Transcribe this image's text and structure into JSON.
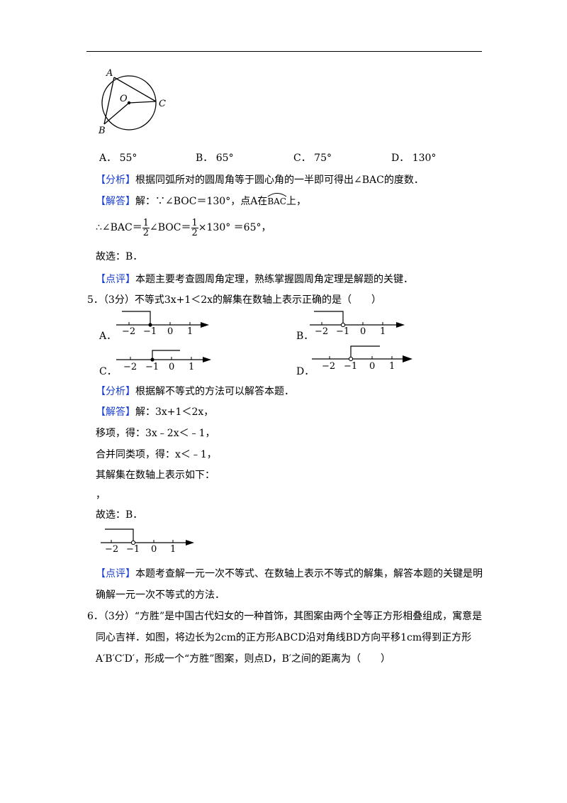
{
  "q4": {
    "figure": {
      "A": "A",
      "O": "O",
      "C": "C",
      "B": "B"
    },
    "options": [
      {
        "letter": "A．",
        "value": "55°"
      },
      {
        "letter": "B．",
        "value": "65°"
      },
      {
        "letter": "C．",
        "value": "75°"
      },
      {
        "letter": "D．",
        "value": "130°"
      }
    ],
    "analysis_tag": "【分析】",
    "analysis": "根据同弧所对的圆周角等于圆心角的一半即可得出∠BAC的度数．",
    "answer_tag": "【解答】",
    "answer_line1": "解：∵∠BOC＝130°，点A在",
    "arc_label": "BAC",
    "answer_line1_end": "上，",
    "answer_line2_a": "∴∠BAC＝",
    "answer_line2_b": "∠BOC＝",
    "answer_line2_c": "×130° ＝65°，",
    "frac_num": "1",
    "frac_den": "2",
    "choose": "故选：B．",
    "comment_tag": "【点评】",
    "comment": "本题主要考查圆周角定理，熟练掌握圆周角定理是解题的关键．"
  },
  "q5": {
    "stem": "5．（3分）不等式3x+1＜2x的解集在数轴上表示正确的是（　　）",
    "option_letters": [
      "A．",
      "B．",
      "C．",
      "D．"
    ],
    "ticks": [
      "−2",
      "−1",
      "0",
      "1"
    ],
    "analysis_tag": "【分析】",
    "analysis": "根据解不等式的方法可以解答本题．",
    "answer_tag": "【解答】",
    "step1": "解：3x+1＜2x，",
    "step2": "移项，得：3x﹣2x＜﹣1，",
    "step3": "合并同类项，得：x＜﹣1，",
    "step4": "其解集在数轴上表示如下：",
    "comma": "，",
    "choose": "故选：B．",
    "comment_tag": "【点评】",
    "comment_line1": "本题考查解一元一次不等式、在数轴上表示不等式的解集，解答本题的关键是明",
    "comment_line2": "确解一元一次不等式的方法．"
  },
  "q6": {
    "line1": "6．（3分）“方胜”是中国古代妇女的一种首饰，其图案由两个全等正方形相叠组成，寓意是",
    "line2": "同心吉祥．如图，将边长为2cm的正方形ABCD沿对角线BD方向平移1cm得到正方形",
    "line3": "A′B′C′D′，形成一个“方胜”图案，则点D，B′之间的距离为（　　）"
  }
}
